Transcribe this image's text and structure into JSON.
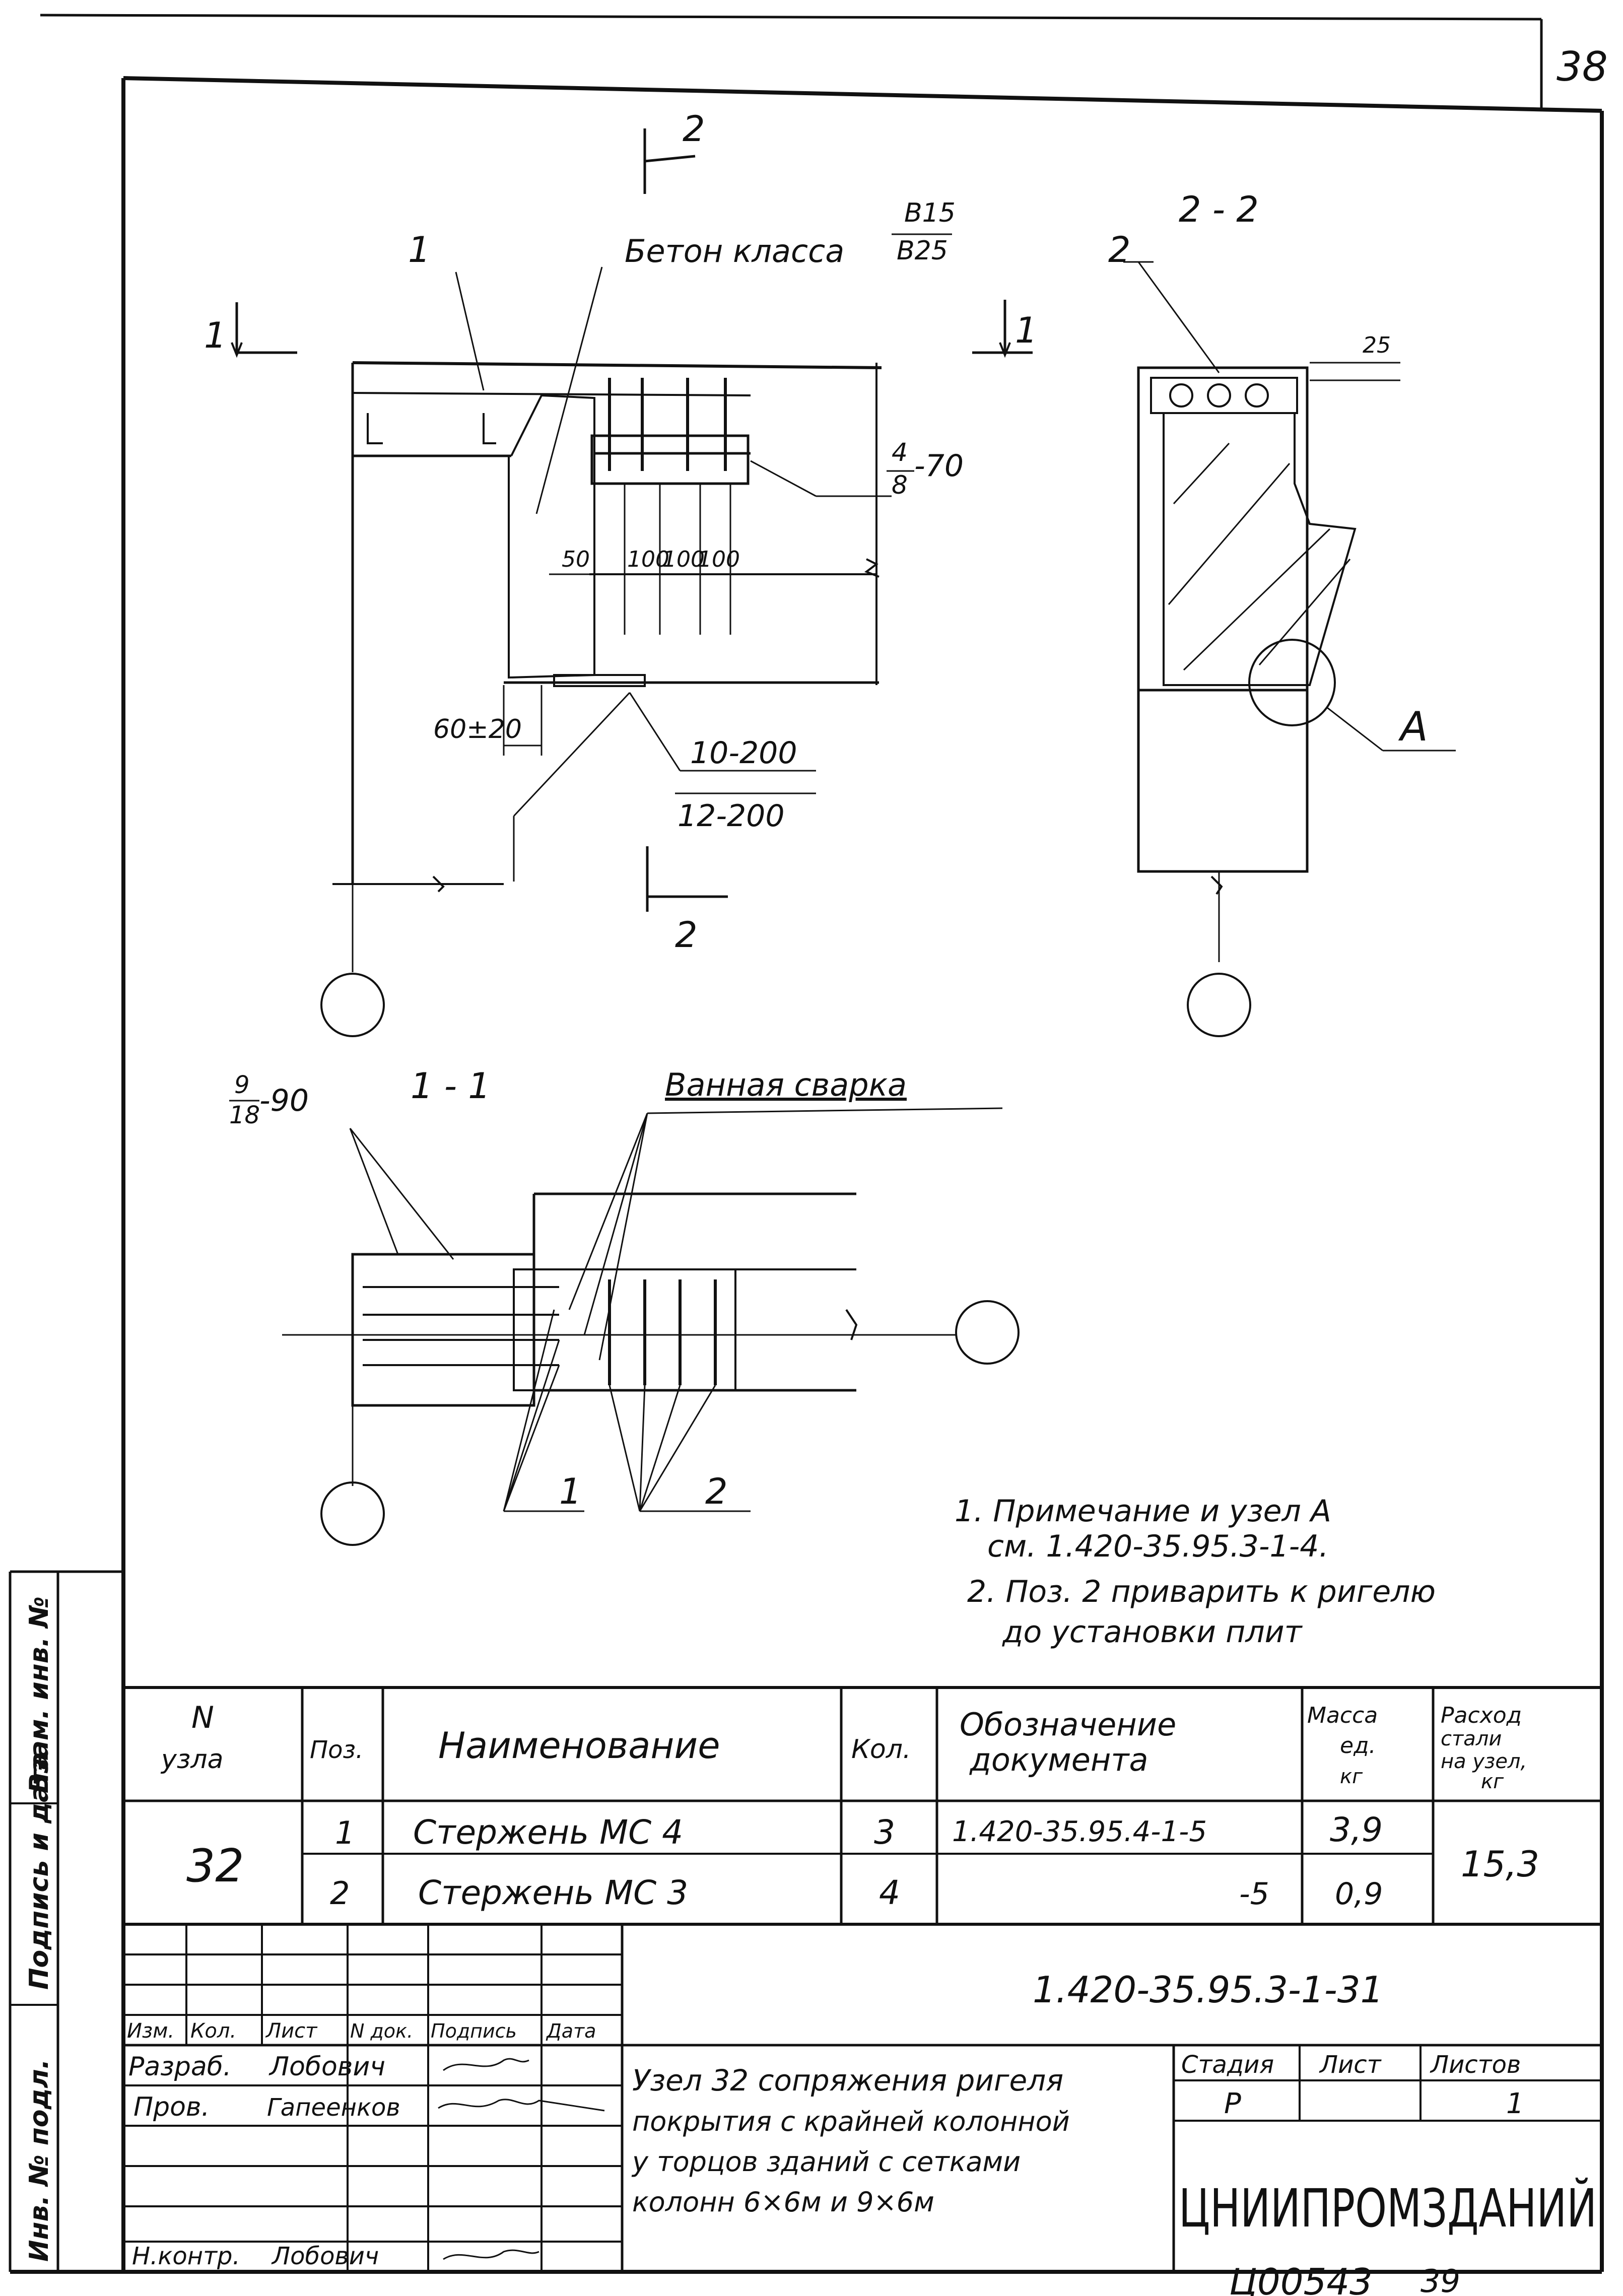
{
  "sheet": {
    "page_number": "38",
    "archive_number": "Ц00543",
    "archive_sheet": "39"
  },
  "drawing": {
    "concrete_label": "Бетон класса",
    "concrete_class_top": "B15",
    "concrete_class_bottom": "B25",
    "section_22_title": "2 - 2",
    "section_11_title": "1 - 1",
    "bath_welding_label": "Ванная сварка",
    "callouts": {
      "pos1": "1",
      "pos2": "2",
      "section1": "1",
      "section2": "2",
      "node_a": "A",
      "mesh_4_8_num": "4",
      "mesh_4_8_den": "8",
      "mesh_4_8_step": "-70",
      "mesh_9_18_num": "9",
      "mesh_9_18_den": "18",
      "mesh_9_18_step": "-90",
      "rebar_top": "10-200",
      "rebar_bottom": "12-200",
      "dim_60": "60±20",
      "dim_50": "50",
      "dim_100a": "100",
      "dim_100b": "100",
      "dim_100c": "100",
      "dim_25": "25"
    }
  },
  "notes": [
    "1. Примечание и узел А",
    "см. 1.420-35.95.3-1-4.",
    "2. Поз. 2 приварить к ригелю",
    "до установки плит"
  ],
  "spec_table": {
    "headers": {
      "node": "N",
      "node2": "узла",
      "pos": "Поз.",
      "name": "Наименование",
      "qty": "Кол.",
      "doc": "Обозначение",
      "doc2": "документа",
      "mass": "Масса",
      "mass2": "ед.",
      "mass3": "кг",
      "steel": "Расход",
      "steel2": "стали",
      "steel3": "на узел,",
      "steel4": "кг"
    },
    "node_number": "32",
    "steel_total": "15,3",
    "rows": [
      {
        "pos": "1",
        "name": "Стержень МС 4",
        "qty": "3",
        "doc": "1.420-35.95.4-1-5",
        "mass": "3,9"
      },
      {
        "pos": "2",
        "name": "Стержень МС 3",
        "qty": "4",
        "doc": "-5",
        "mass": "0,9"
      }
    ]
  },
  "title_block": {
    "doc_code": "1.420-35.95.3-1-31",
    "col_headers": [
      "Изм.",
      "Кол.",
      "Лист",
      "N док.",
      "Подпись",
      "Дата"
    ],
    "people": [
      {
        "role": "Разраб.",
        "name": "Лобович"
      },
      {
        "role": "Пров.",
        "name": "Гапеенков"
      },
      {
        "role": "Н.контр.",
        "name": "Лобович"
      }
    ],
    "title_lines": [
      "Узел 32 сопряжения ригеля",
      "покрытия с крайней колонной",
      "у торцов зданий с сетками",
      "колонн 6×6м и 9×6м"
    ],
    "stage_label": "Стадия",
    "sheet_label": "Лист",
    "sheets_label": "Листов",
    "stage_value": "Р",
    "sheets_value": "1",
    "organization": "ЦНИИПРОМЗДАНИЙ"
  },
  "side_stamp": [
    "Инв. № подл.",
    "Подпись и дата",
    "Взам. инв. №"
  ]
}
